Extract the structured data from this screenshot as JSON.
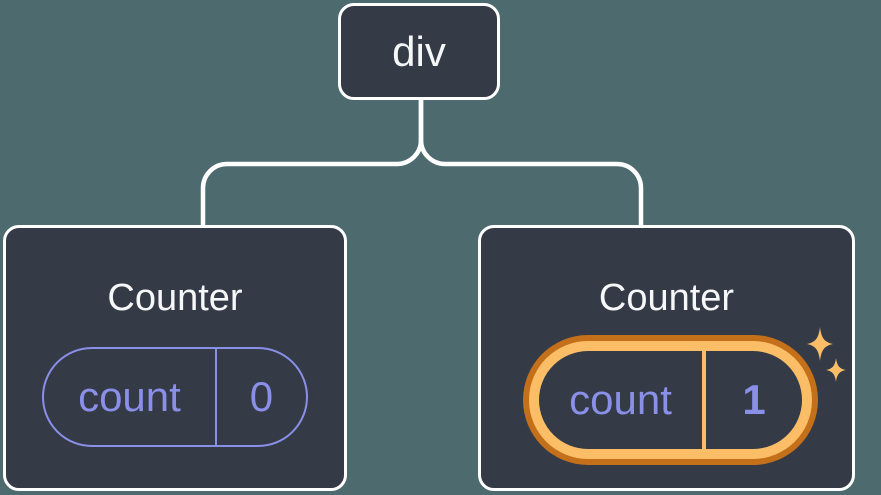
{
  "diagram": {
    "description": "React render tree: div root with two Counter children; second Counter state updated"
  },
  "tree": {
    "root": {
      "label": "div"
    },
    "children": [
      {
        "title": "Counter",
        "state": {
          "key": "count",
          "value": "0"
        },
        "highlighted": false
      },
      {
        "title": "Counter",
        "state": {
          "key": "count",
          "value": "1"
        },
        "highlighted": true,
        "icon": "sparkles"
      }
    ]
  },
  "colors": {
    "bg": "#4D6A6F",
    "node-fill": "#343A46",
    "node-border": "#FFFFFF",
    "text-light": "#F6F7F9",
    "purple": "#8A8FE8",
    "orange-dark": "#C4701A",
    "orange-light": "#FBBE67",
    "connector": "#FFFFFF"
  }
}
